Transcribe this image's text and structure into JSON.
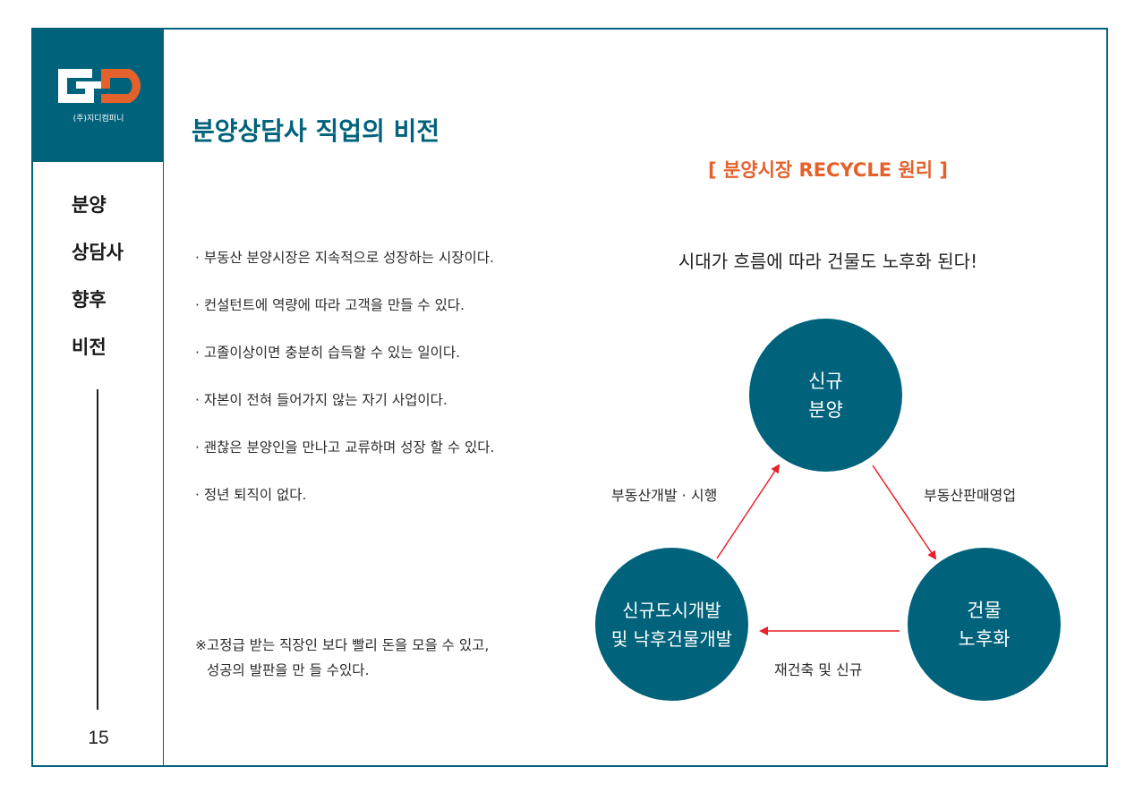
{
  "sidebar": {
    "company": "(주)지디컴퍼니",
    "words": [
      "분양",
      "상담사",
      "향후",
      "비전"
    ],
    "page_number": "15"
  },
  "main": {
    "title": "분양상담사 직업의 비전",
    "bullets": [
      "· 부동산 분양시장은 지속적으로 성장하는 시장이다.",
      "· 컨설턴트에 역량에 따라 고객을 만들 수 있다.",
      "· 고졸이상이면 충분히 습득할 수 있는 일이다.",
      "· 자본이 전혀 들어가지 않는 자기 사업이다.",
      "· 괜찮은 분양인을 만나고 교류하며 성장 할 수 있다.",
      "· 정년 퇴직이 없다."
    ],
    "note_line1": "※고정급 받는 직장인 보다 빨리 돈을 모을 수 있고,",
    "note_line2": "성공의 발판을 만 들 수있다."
  },
  "diagram": {
    "subtitle": "[ 분양시장 RECYCLE 원리 ]",
    "lead": "시대가 흐름에 따라 건물도 노후화 된다!",
    "nodes": {
      "top": [
        "신규",
        "분양"
      ],
      "right": [
        "건물",
        "노후화"
      ],
      "left": [
        "신규도시개발",
        "및 낙후건물개발"
      ]
    },
    "edges": {
      "top_to_right": "부동산판매영업",
      "right_to_left": "재건축 및 신규",
      "left_to_top": "부동산개발 · 시행"
    },
    "colors": {
      "primary": "#00627b",
      "accent": "#e5612c",
      "arrow": "#e8202a"
    }
  }
}
